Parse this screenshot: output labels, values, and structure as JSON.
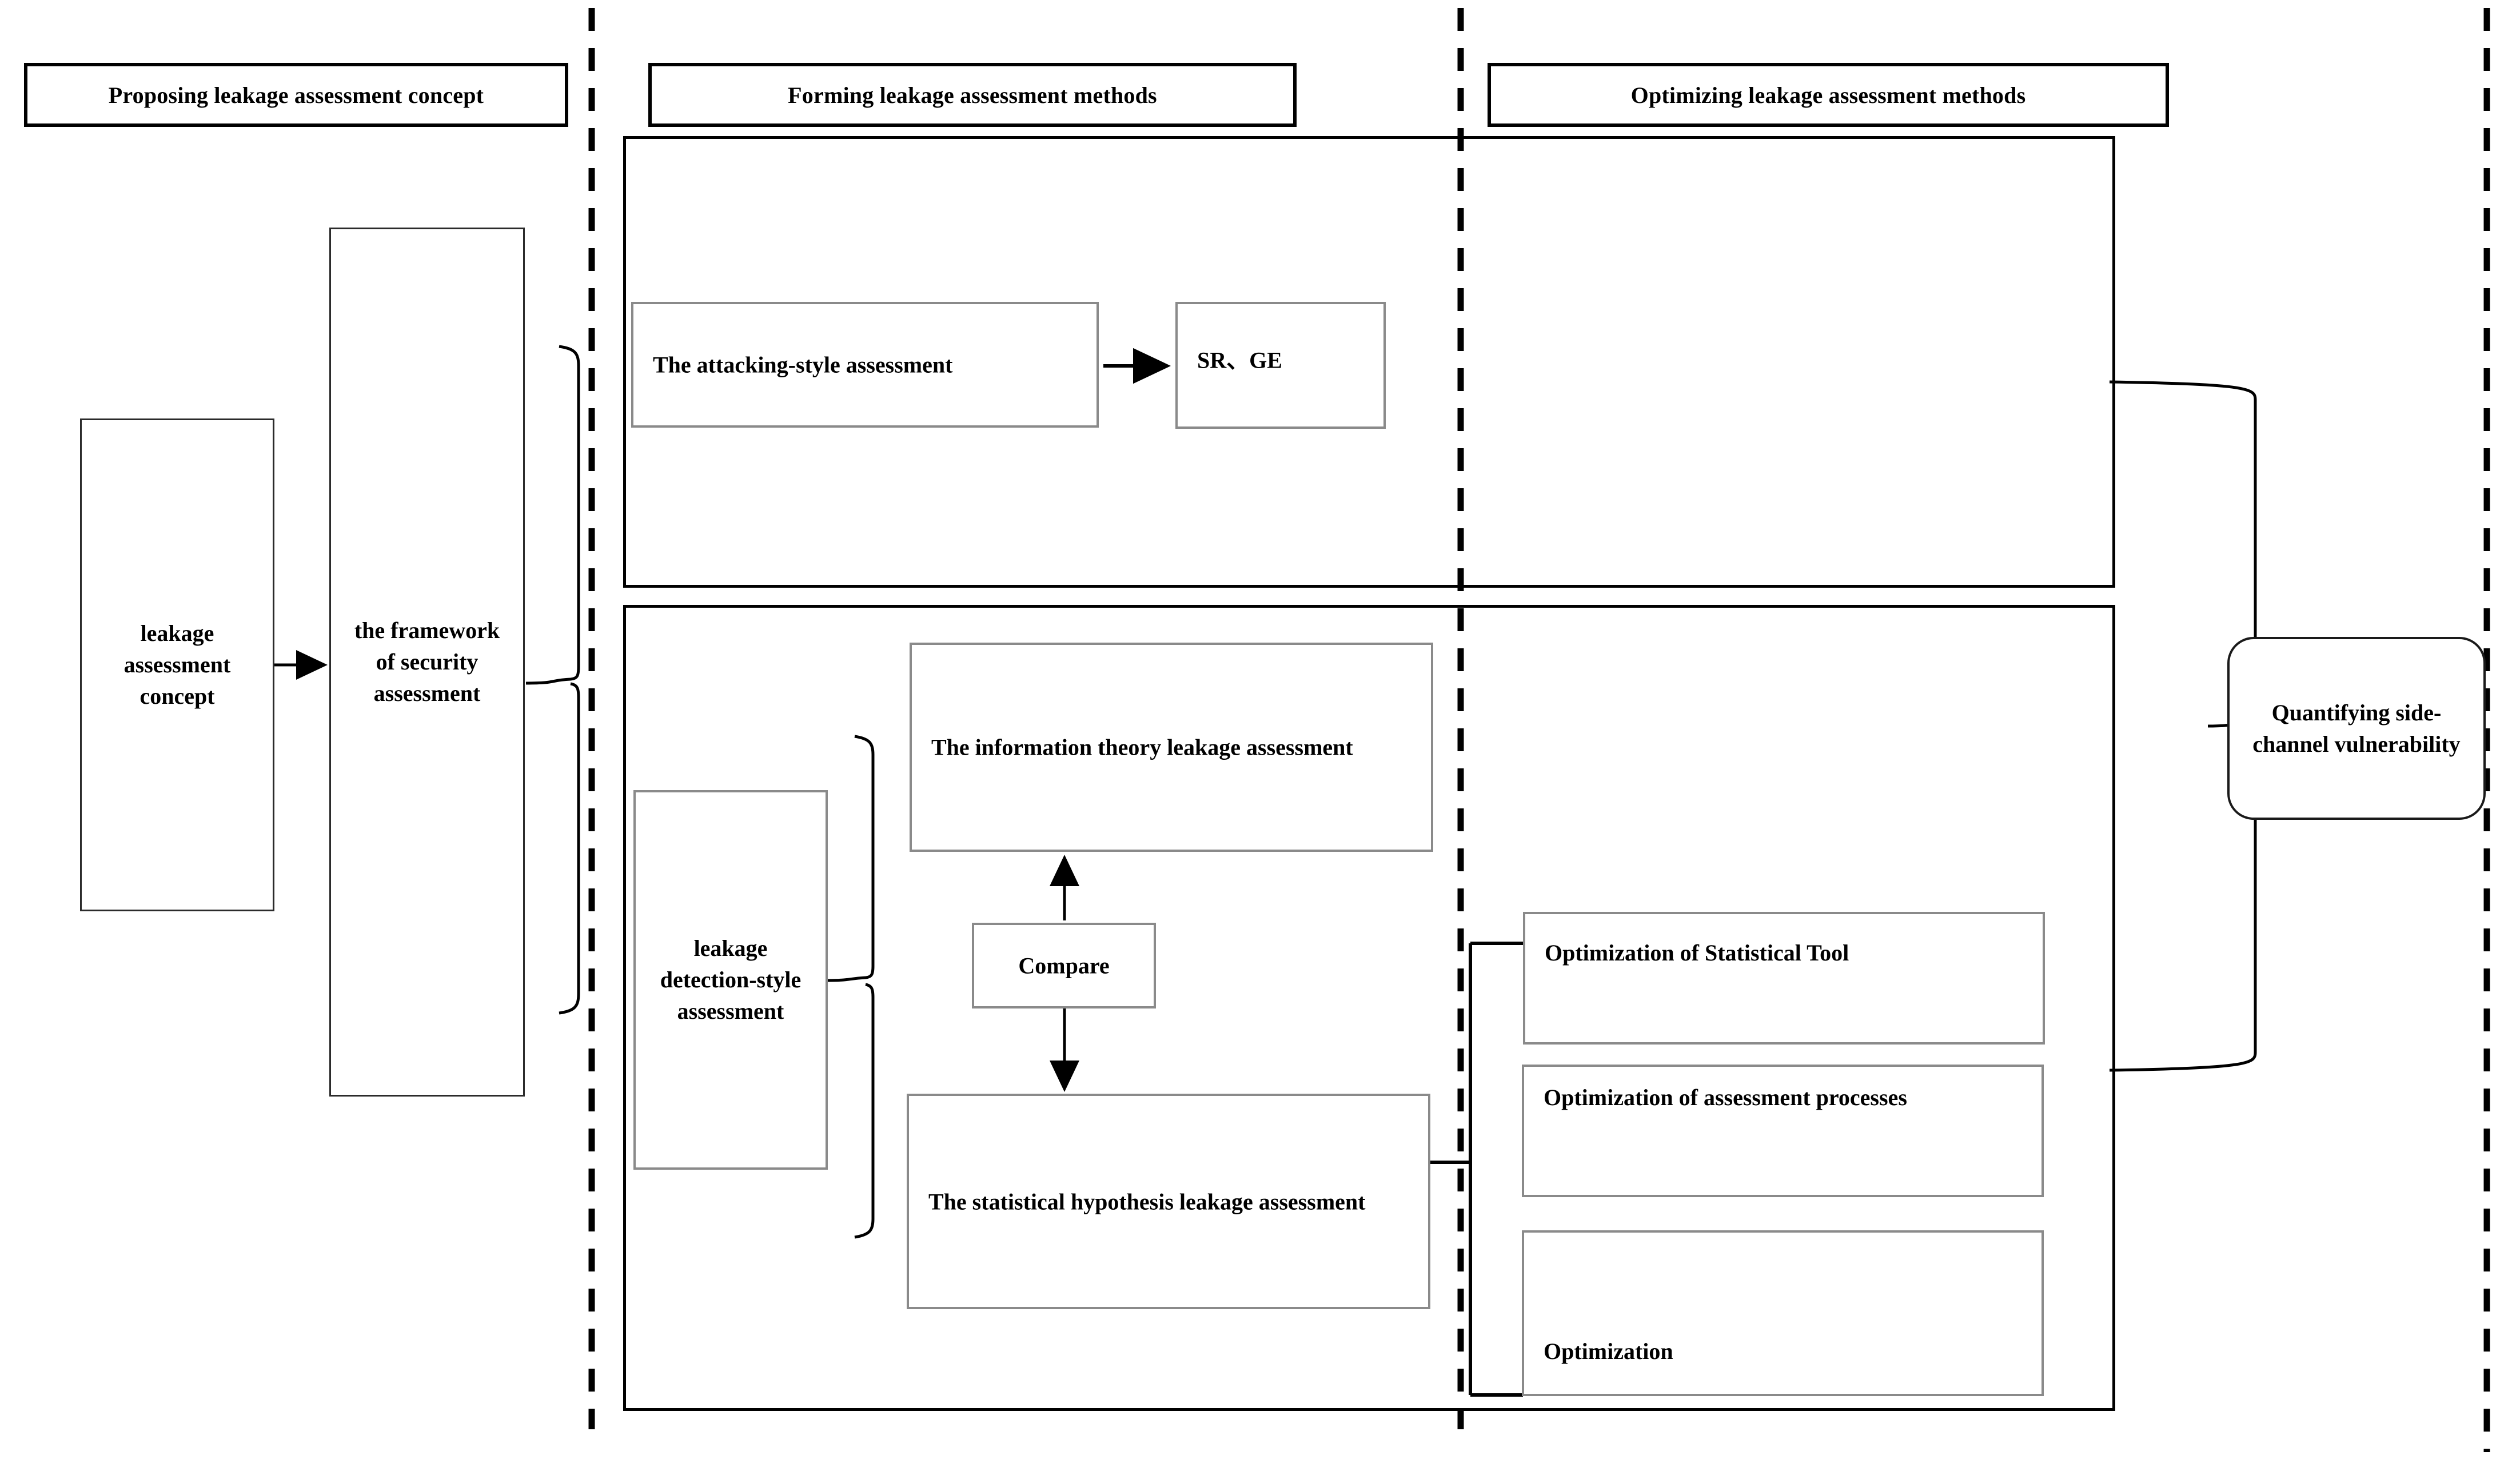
{
  "diagram": {
    "title_stages": [
      {
        "id": "stage-1",
        "label": "Proposing leakage assessment concept"
      },
      {
        "id": "stage-2",
        "label": "Forming leakage assessment methods"
      },
      {
        "id": "stage-3",
        "label": "Optimizing leakage assessment methods"
      }
    ],
    "nodes": {
      "leakage_concept": "leakage assessment concept",
      "framework": "the framework of security assessment",
      "attacking_style": "The attacking-style assessment",
      "metrics": "SR、GE",
      "detection_style": "leakage detection-style assessment",
      "info_theory": "The information theory leakage assessment",
      "compare": "Compare",
      "stat_hypothesis": "The statistical hypothesis leakage assessment",
      "opt_statistical_tool": "Optimization of Statistical Tool",
      "opt_assessment_processes": "Optimization of assessment processes",
      "opt_generic": "Optimization",
      "quantifying": "Quantifying side-channel vulnerability"
    },
    "colors": {
      "stroke": "#000000",
      "box_border": "#8a8a8a",
      "background": "#ffffff",
      "text": "#000000"
    }
  }
}
